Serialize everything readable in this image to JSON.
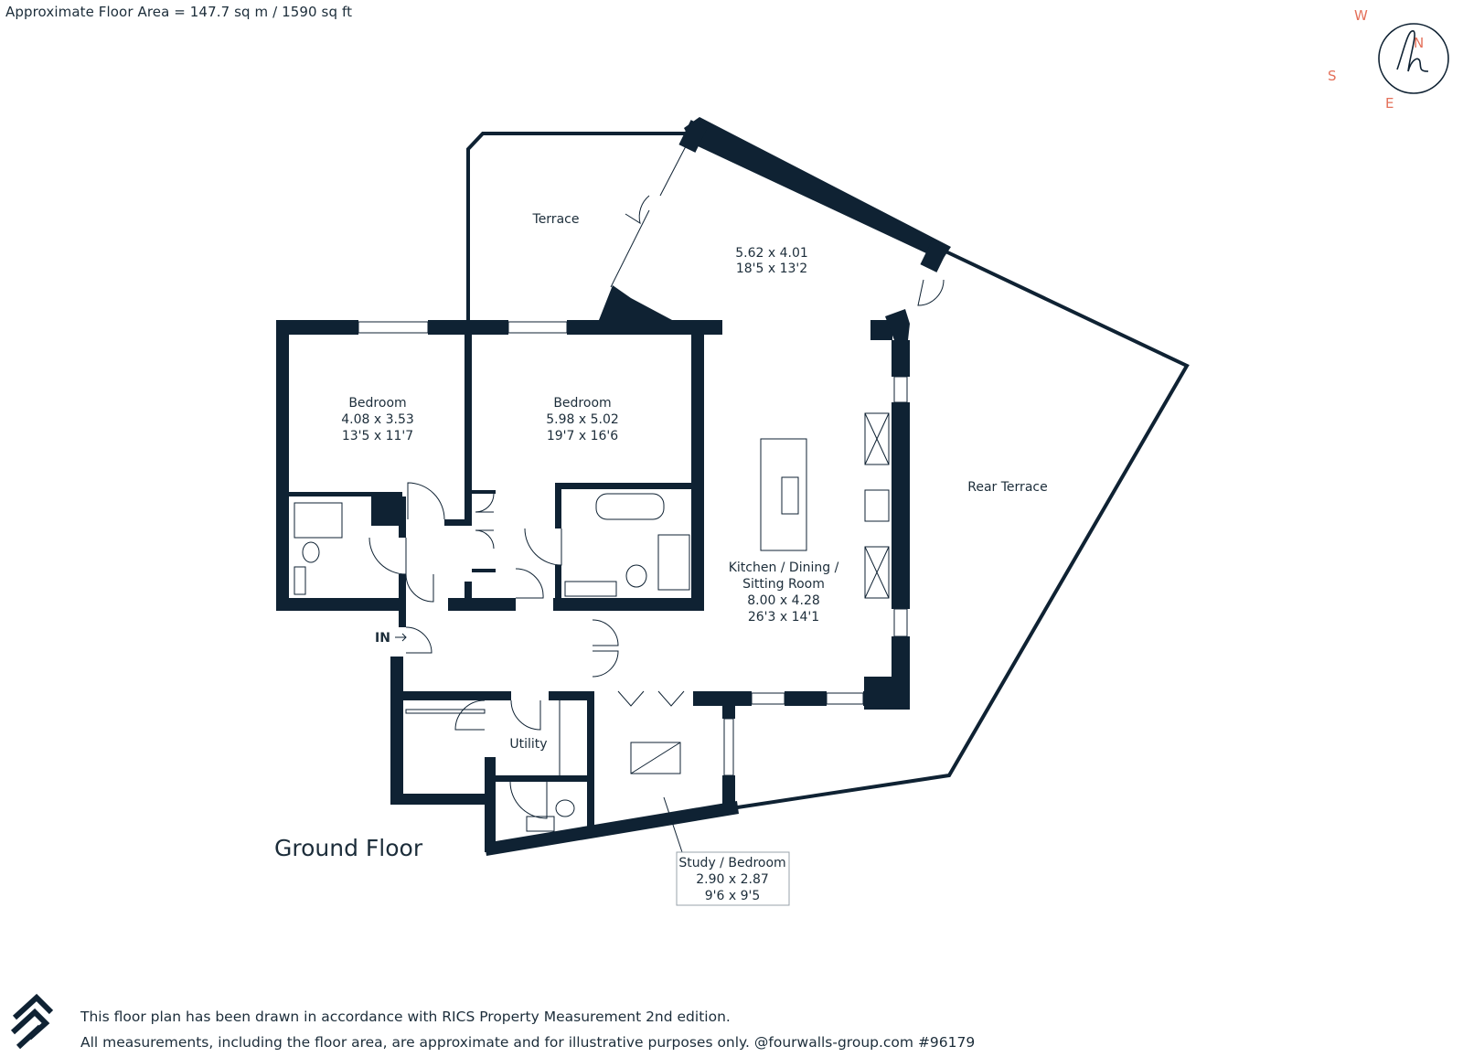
{
  "header": {
    "floor_area": "Approximate Floor Area = 147.7 sq m / 1590 sq ft"
  },
  "compass": {
    "w": "W",
    "n": "N",
    "s": "S",
    "e": "E",
    "accent": "#e4705a"
  },
  "floor_title": "Ground Floor",
  "entrance": "IN",
  "rooms": {
    "terrace": {
      "name": "Terrace"
    },
    "upper_living": {
      "metric": "5.62 x 4.01",
      "imperial": "18'5 x 13'2"
    },
    "bedroom1": {
      "name": "Bedroom",
      "metric": "4.08 x 3.53",
      "imperial": "13'5 x 11'7"
    },
    "bedroom2": {
      "name": "Bedroom",
      "metric": "5.98 x 5.02",
      "imperial": "19'7 x 16'6"
    },
    "kitchen": {
      "line1": "Kitchen / Dining /",
      "line2": "Sitting Room",
      "metric": "8.00 x 4.28",
      "imperial": "26'3 x 14'1"
    },
    "rear_terrace": {
      "name": "Rear Terrace"
    },
    "utility": {
      "name": "Utility"
    },
    "study": {
      "name": "Study / Bedroom",
      "metric": "2.90 x 2.87",
      "imperial": "9'6 x 9'5"
    }
  },
  "footer": {
    "line1": "This floor plan has been drawn in accordance with RICS Property Measurement 2nd edition.",
    "line2": "All measurements, including the floor area, are approximate and for illustrative purposes only. @fourwalls-group.com #96179"
  },
  "icons": {
    "compass": "compass-icon",
    "logo": "fourwalls-logo-icon"
  },
  "colors": {
    "walls": "#0f2233",
    "text": "#1c2d3a",
    "compass": "#e4705a"
  }
}
